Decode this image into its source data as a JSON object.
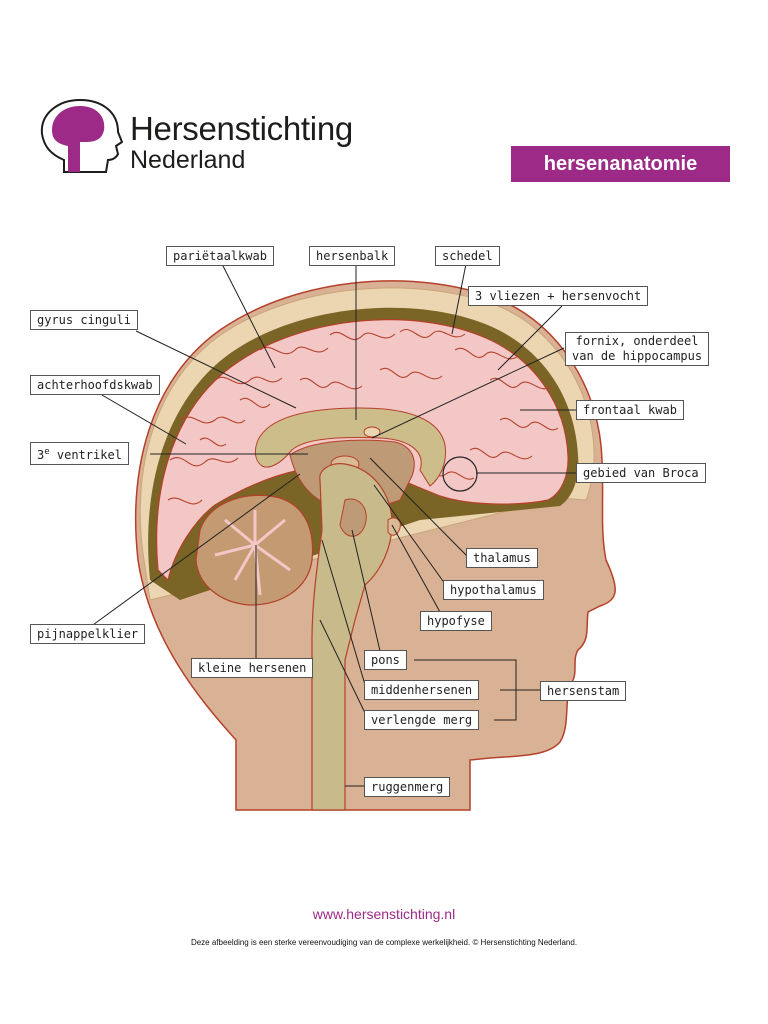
{
  "brand": {
    "name_line1": "Hersenstichting",
    "name_line2": "Nederland",
    "color": "#9c2a86"
  },
  "section_tag": "hersenanatomie",
  "labels": {
    "parietaalkwab": "pariëtaalkwab",
    "hersenbalk": "hersenbalk",
    "schedel": "schedel",
    "vliezen": "3 vliezen + hersenvocht",
    "gyrus_cinguli": "gyrus cinguli",
    "fornix_line1": "fornix, onderdeel",
    "fornix_line2": "van de hippocampus",
    "achterhoofdskwab": "achterhoofdskwab",
    "frontaal_kwab": "frontaal kwab",
    "ventrikel_prefix": "3",
    "ventrikel_sup": "e",
    "ventrikel_suffix": " ventrikel",
    "gebied_van_broca": "gebied van Broca",
    "thalamus": "thalamus",
    "hypothalamus": "hypothalamus",
    "hypofyse": "hypofyse",
    "pijnappelklier": "pijnappelklier",
    "kleine_hersenen": "kleine hersenen",
    "pons": "pons",
    "middenhersenen": "middenhersenen",
    "hersenstam": "hersenstam",
    "verlengde_merg": "verlengde merg",
    "ruggenmerg": "ruggenmerg"
  },
  "colors": {
    "skin": "#d9b194",
    "skin_outline": "#b5412a",
    "skull": "#ecd6b1",
    "cortex": "#f3c7c6",
    "gyri_lines": "#b5412a",
    "deep_brain": "#bf9a76",
    "corpus_callosum": "#cdbd8a",
    "brainstem": "#c8ba8a",
    "cerebellum": "#c49a72",
    "dark_fill": "#7a6526"
  },
  "footer": {
    "website": "www.hersenstichting.nl",
    "disclaimer": "Deze afbeelding is een sterke vereenvoudiging van de complexe werkelijkheid. © Hersenstichting Nederland."
  }
}
